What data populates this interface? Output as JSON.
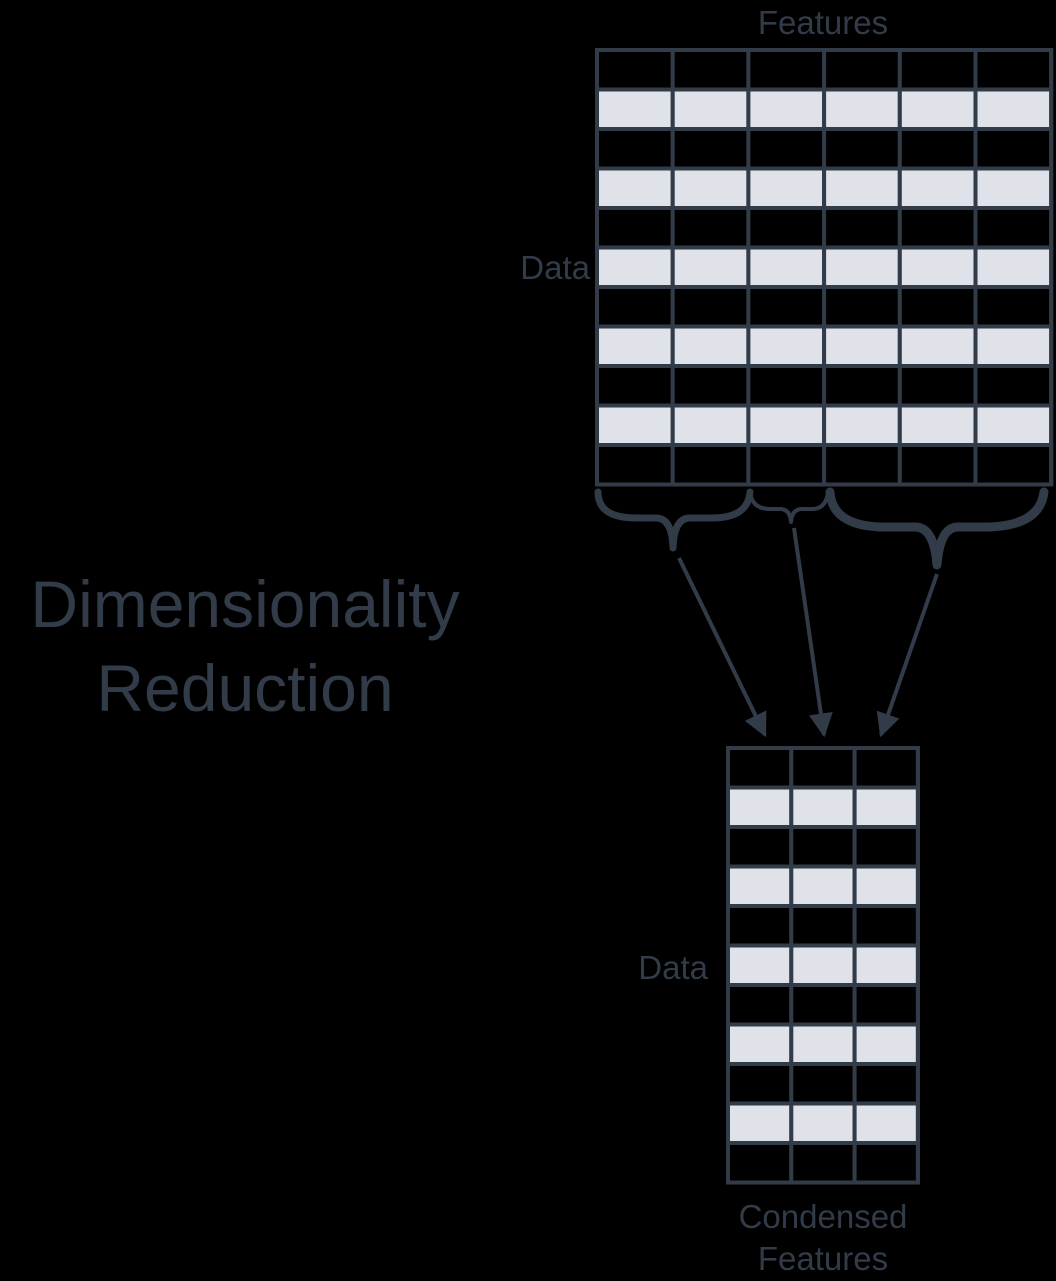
{
  "title": {
    "line1": "Dimensionality",
    "line2": "Reduction"
  },
  "source_matrix": {
    "top_label": "Features",
    "side_label": "Data",
    "rows": 11,
    "columns": 6
  },
  "target_matrix": {
    "side_label": "Data",
    "bottom_label_line1": "Condensed",
    "bottom_label_line2": "Features",
    "rows": 11,
    "columns": 3
  },
  "groupings": [
    {
      "from_columns": [
        1,
        2
      ],
      "to_column": 1
    },
    {
      "from_columns": [
        3
      ],
      "to_column": 2
    },
    {
      "from_columns": [
        4,
        5,
        6
      ],
      "to_column": 3
    }
  ],
  "colors": {
    "line": "#323b48",
    "light_row": "#dfe2e8",
    "dark_row": "#000000",
    "text": "#323b48"
  }
}
